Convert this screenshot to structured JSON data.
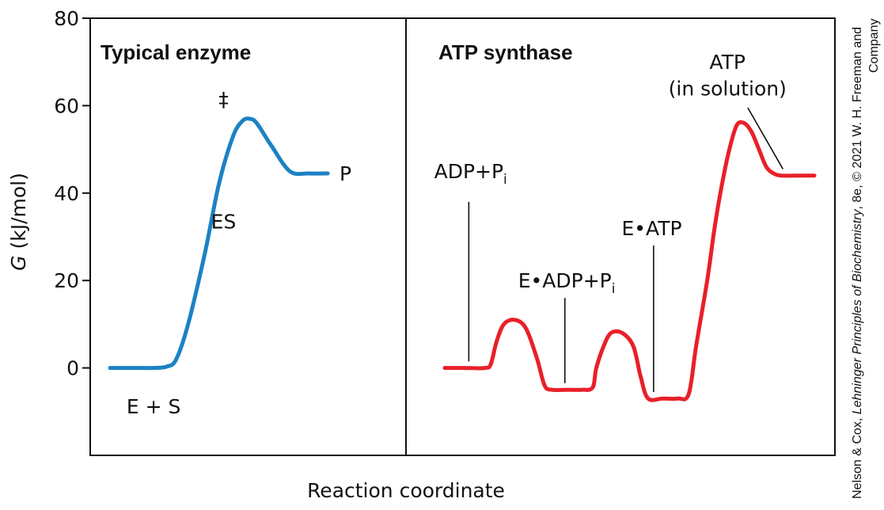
{
  "chart_data": {
    "type": "line",
    "ylabel_var": "G",
    "ylabel_unit": "(kJ/mol)",
    "xlabel": "Reaction coordinate",
    "ylim": [
      -20,
      80
    ],
    "yticks": [
      0,
      20,
      40,
      60,
      80
    ],
    "grid": false,
    "legend": "none",
    "credit_line1": "Nelson & Cox, ",
    "credit_book": "Lehninger Principles of Biochemistry",
    "credit_line1_tail": ", 8e, © 2021 W. H. Freeman and",
    "credit_line2": "Company",
    "panels": [
      {
        "title": "Typical enzyme",
        "color": "#1b82c4",
        "x": [
          0.0,
          0.05,
          0.08,
          0.12,
          0.18,
          0.24,
          0.28,
          0.33,
          0.4,
          0.46,
          0.52,
          0.56,
          0.59,
          0.62,
          0.68,
          0.76,
          0.84,
          0.92
        ],
        "y": [
          0.0,
          0.0,
          0.0,
          0.0,
          0.0,
          0.3,
          2.0,
          10.0,
          26.0,
          42.0,
          53.0,
          56.5,
          57.0,
          56.0,
          51.0,
          45.0,
          44.5,
          44.5
        ],
        "labels": [
          {
            "text": "E + S",
            "x": 0.07,
            "y": -8.8
          },
          {
            "text": "ES",
            "x": 0.48,
            "y": 33.5
          },
          {
            "text": "‡",
            "x": 0.48,
            "y": 61.5
          },
          {
            "text": "P",
            "x": 0.97,
            "y": 44.5
          }
        ]
      },
      {
        "title": "ATP synthase",
        "color": "#e8202a",
        "x": [
          0.0,
          0.05,
          0.11,
          0.125,
          0.14,
          0.16,
          0.19,
          0.22,
          0.25,
          0.27,
          0.29,
          0.33,
          0.37,
          0.4,
          0.41,
          0.43,
          0.45,
          0.48,
          0.51,
          0.53,
          0.55,
          0.59,
          0.63,
          0.66,
          0.68,
          0.71,
          0.73,
          0.75,
          0.77,
          0.79,
          0.81,
          0.83,
          0.85,
          0.87,
          0.89,
          0.91,
          0.95,
          1.0
        ],
        "y": [
          0.0,
          0.0,
          0.0,
          1.0,
          6.0,
          10.0,
          11.0,
          9.0,
          2.0,
          -4.0,
          -5.0,
          -5.0,
          -5.0,
          -4.5,
          0.0,
          5.0,
          8.0,
          8.0,
          5.0,
          -2.0,
          -7.0,
          -7.0,
          -7.0,
          -6.0,
          5.0,
          20.0,
          32.0,
          42.0,
          50.0,
          55.5,
          56.0,
          54.0,
          50.0,
          46.0,
          44.5,
          44.0,
          44.0,
          44.0
        ],
        "labels": [
          {
            "text": "ADP+P",
            "sub": "i",
            "x": 0.07,
            "y": 45.0,
            "lx": 0.065,
            "ly0": 38.0,
            "ly1": 1.5
          },
          {
            "text": "E•ADP+P",
            "sub": "i",
            "x": 0.33,
            "y": 20.0,
            "lx": 0.325,
            "ly0": 16.0,
            "ly1": -3.5
          },
          {
            "text": "E•ATP",
            "x": 0.56,
            "y": 32.0,
            "lx": 0.565,
            "ly0": 28.0,
            "ly1": -5.5
          },
          {
            "text": "ATP",
            "x": 0.765,
            "y": 70.0
          },
          {
            "text": "(in solution)",
            "x": 0.765,
            "y": 64.0,
            "lx0": 0.82,
            "ly0": 59.5,
            "lx1": 0.915,
            "ly1": 45.5
          }
        ]
      }
    ]
  }
}
